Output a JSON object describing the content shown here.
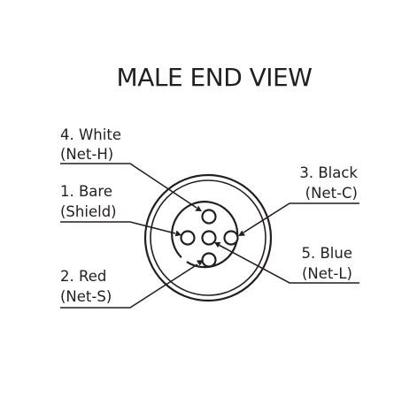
{
  "title": "MALE END VIEW",
  "pins": {
    "white": {
      "line1": "4. White",
      "line2": "(Net-H)"
    },
    "bare": {
      "line1": "1. Bare",
      "line2": "(Shield)"
    },
    "red": {
      "line1": "2. Red",
      "line2": "(Net-S)"
    },
    "black": {
      "line1": "3. Black",
      "line2": "(Net-C)"
    },
    "blue": {
      "line1": "5. Blue",
      "line2": "(Net-L)"
    }
  },
  "colors": {
    "ink": "#231f20",
    "background": "#ffffff"
  }
}
